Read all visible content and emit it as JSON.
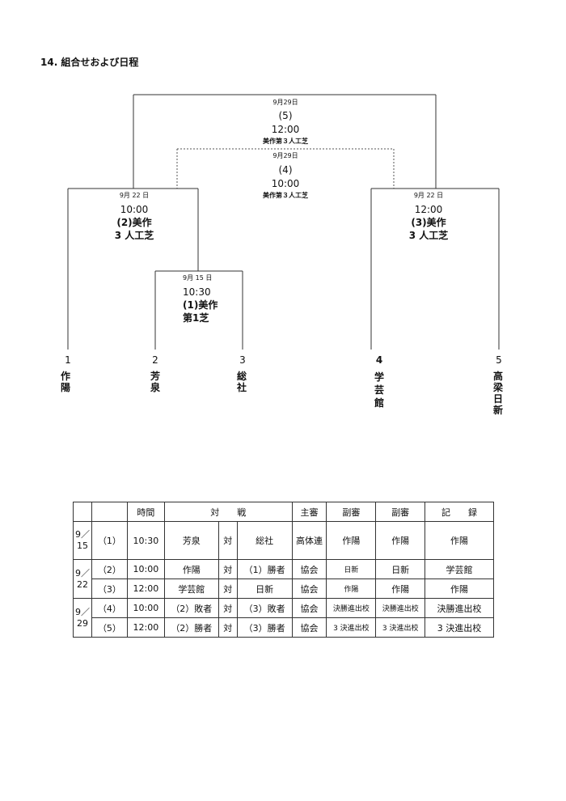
{
  "heading": "14. 組合せおよび日程",
  "final": {
    "date": "9月29日",
    "game": "(5)",
    "time": "12:00",
    "venue": "美作第３人工芝"
  },
  "third_place": {
    "date": "9月29日",
    "game": "(4)",
    "time": "10:00",
    "venue": "美作第３人工芝"
  },
  "semi_left": {
    "date": "9月 22 日",
    "time": "10:00",
    "game_venue": "(2)美作",
    "venue2": "3 人工芝"
  },
  "semi_right": {
    "date": "9月 22 日",
    "time": "12:00",
    "game_venue": "(3)美作",
    "venue2": "3 人工芝"
  },
  "first_round": {
    "date": "9月 15 日",
    "time": "10:30",
    "game_venue": "(1)美作",
    "venue2": "第1芝"
  },
  "teams": [
    {
      "num": "1",
      "name": "作陽"
    },
    {
      "num": "2",
      "name": "芳泉"
    },
    {
      "num": "3",
      "name": "総社"
    },
    {
      "num": "4",
      "name": "学芸館"
    },
    {
      "num": "5",
      "name": "高梁日新"
    }
  ],
  "table": {
    "header": {
      "time": "時間",
      "match": "対　　戦",
      "referee": "主審",
      "assistant1": "副審",
      "assistant2": "副審",
      "record": "記　　録"
    },
    "dates": {
      "d1": "9／15",
      "d2": "9／22",
      "d3": "9／29"
    },
    "rows": [
      {
        "game": "（1）",
        "time": "10:30",
        "home": "芳泉",
        "vs": "対",
        "away": "総社",
        "ref": "高体連",
        "a1": "作陽",
        "a2": "作陽",
        "rec": "作陽"
      },
      {
        "game": "（2）",
        "time": "10:00",
        "home": "作陽",
        "vs": "対",
        "away": "（1）勝者",
        "ref": "協会",
        "a1": "日新",
        "a2": "日新",
        "rec": "学芸館"
      },
      {
        "game": "（3）",
        "time": "12:00",
        "home": "学芸館",
        "vs": "対",
        "away": "日新",
        "ref": "協会",
        "a1": "作陽",
        "a2": "作陽",
        "rec": "作陽"
      },
      {
        "game": "（4）",
        "time": "10:00",
        "home": "（2）敗者",
        "vs": "対",
        "away": "（3）敗者",
        "ref": "協会",
        "a1": "決勝進出校",
        "a2": "決勝進出校",
        "rec": "決勝進出校"
      },
      {
        "game": "（5）",
        "time": "12:00",
        "home": "（2）勝者",
        "vs": "対",
        "away": "（3）勝者",
        "ref": "協会",
        "a1": "3 決進出校",
        "a2": "3 決進出校",
        "rec": "3 決進出校"
      }
    ]
  }
}
